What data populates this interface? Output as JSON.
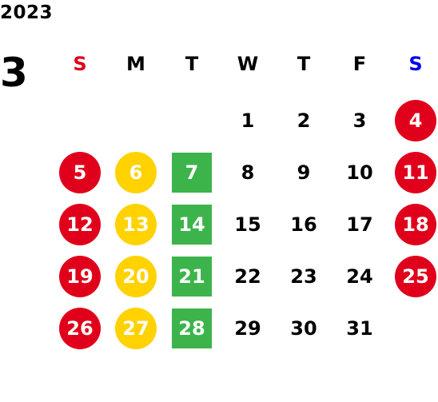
{
  "header": {
    "year": "2023",
    "month": "3"
  },
  "colors": {
    "sunday": "#e0001b",
    "saturday": "#0000e6",
    "red": "#e0001b",
    "yellow": "#ffd200",
    "green": "#3cb44b"
  },
  "weekdays": [
    {
      "label": "S",
      "role": "sunday"
    },
    {
      "label": "M",
      "role": ""
    },
    {
      "label": "T",
      "role": ""
    },
    {
      "label": "W",
      "role": ""
    },
    {
      "label": "T",
      "role": ""
    },
    {
      "label": "F",
      "role": ""
    },
    {
      "label": "S",
      "role": "saturday"
    }
  ],
  "weeks": [
    [
      {
        "day": ""
      },
      {
        "day": ""
      },
      {
        "day": ""
      },
      {
        "day": "1"
      },
      {
        "day": "2"
      },
      {
        "day": "3"
      },
      {
        "day": "4",
        "mark": "red-circle"
      }
    ],
    [
      {
        "day": "5",
        "mark": "red-circle"
      },
      {
        "day": "6",
        "mark": "yellow-circle"
      },
      {
        "day": "7",
        "mark": "green-square"
      },
      {
        "day": "8"
      },
      {
        "day": "9"
      },
      {
        "day": "10"
      },
      {
        "day": "11",
        "mark": "red-circle"
      }
    ],
    [
      {
        "day": "12",
        "mark": "red-circle"
      },
      {
        "day": "13",
        "mark": "yellow-circle"
      },
      {
        "day": "14",
        "mark": "green-square"
      },
      {
        "day": "15"
      },
      {
        "day": "16"
      },
      {
        "day": "17"
      },
      {
        "day": "18",
        "mark": "red-circle"
      }
    ],
    [
      {
        "day": "19",
        "mark": "red-circle"
      },
      {
        "day": "20",
        "mark": "yellow-circle"
      },
      {
        "day": "21",
        "mark": "green-square"
      },
      {
        "day": "22"
      },
      {
        "day": "23"
      },
      {
        "day": "24"
      },
      {
        "day": "25",
        "mark": "red-circle"
      }
    ],
    [
      {
        "day": "26",
        "mark": "red-circle"
      },
      {
        "day": "27",
        "mark": "yellow-circle"
      },
      {
        "day": "28",
        "mark": "green-square"
      },
      {
        "day": "29"
      },
      {
        "day": "30"
      },
      {
        "day": "31"
      },
      {
        "day": ""
      }
    ]
  ]
}
